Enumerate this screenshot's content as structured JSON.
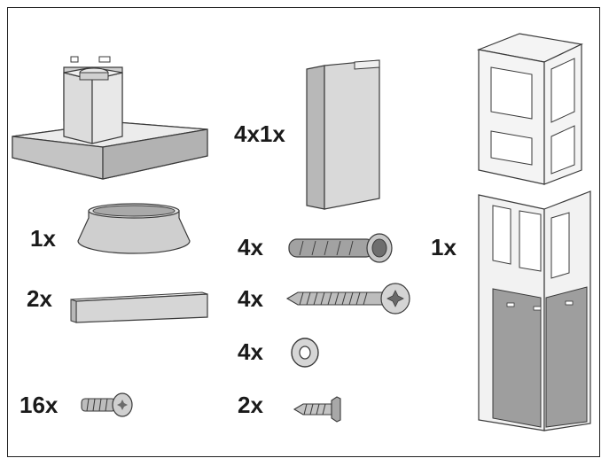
{
  "parts": [
    {
      "id": "hood",
      "icon": "chimney-hood-body",
      "quantity": ""
    },
    {
      "id": "chimney-cover",
      "icon": "chimney-cover-panel",
      "quantity": "4x1x"
    },
    {
      "id": "support-frame",
      "icon": "chimney-support-frame",
      "quantity": "1x"
    },
    {
      "id": "exhaust-collar",
      "icon": "exhaust-collar-ring",
      "quantity": "1x"
    },
    {
      "id": "wall-anchor",
      "icon": "wall-anchor-plug",
      "quantity": "4x"
    },
    {
      "id": "bracket-strip",
      "icon": "mounting-bracket-strip",
      "quantity": "2x"
    },
    {
      "id": "long-screw",
      "icon": "long-torx-screw",
      "quantity": "4x"
    },
    {
      "id": "washer",
      "icon": "washer-ring",
      "quantity": "4x"
    },
    {
      "id": "small-screw",
      "icon": "small-pan-head-screw",
      "quantity": "16x"
    },
    {
      "id": "sheet-screw",
      "icon": "sheet-metal-screw",
      "quantity": "2x"
    }
  ],
  "colors": {
    "metal_light": "#e4e4e4",
    "metal_mid": "#c8c8c8",
    "metal_dark": "#9a9a9a",
    "outline": "#3a3a3a",
    "text": "#1a1a1a"
  }
}
